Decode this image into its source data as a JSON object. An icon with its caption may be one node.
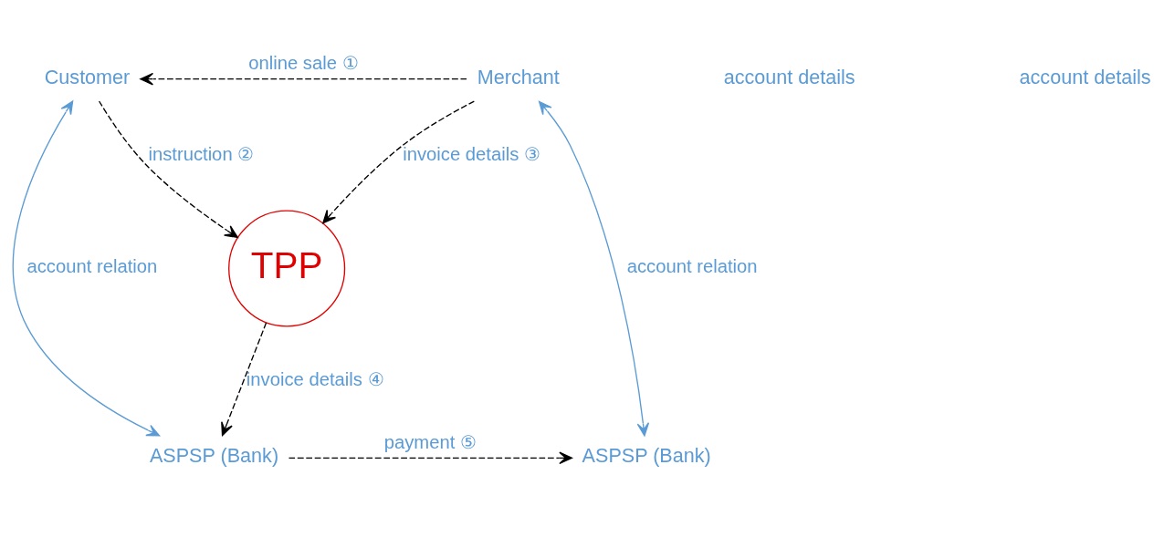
{
  "diagram": {
    "nodes": [
      {
        "text": [
          "Customer"
        ]
      },
      {
        "text": [
          "Merchant"
        ]
      },
      {
        "text": [
          "TPP"
        ]
      },
      {
        "text": [
          "ASPSP (Bank)"
        ]
      },
      {
        "text": [
          "ASPSP (Bank)"
        ]
      }
    ],
    "edges": [
      {
        "from": 1,
        "to": 0,
        "arrow": "to",
        "style": "dashed",
        "label": "online sale ①"
      },
      {
        "from": 0,
        "to": 2,
        "arrow": "to",
        "style": "dashed",
        "label": "instruction ②"
      },
      {
        "from": 1,
        "to": 2,
        "arrow": "to",
        "style": "dashed",
        "label": "invoice details ③"
      },
      {
        "from": 2,
        "to": 3,
        "arrow": "to",
        "style": "dashed",
        "label": "invoice details ④"
      },
      {
        "from": 0,
        "to": 3,
        "arrow": "both",
        "color": "#5b9bd5",
        "label": "account relation"
      },
      {
        "from": 1,
        "to": 4,
        "arrow": "both",
        "color": "#5b9bd5",
        "label": "account relation"
      },
      {
        "from": 3,
        "to": 4,
        "arrow": "to",
        "style": "dashed",
        "label": "payment ⑤"
      }
    ],
    "labels": [
      "account details",
      "account details"
    ]
  }
}
